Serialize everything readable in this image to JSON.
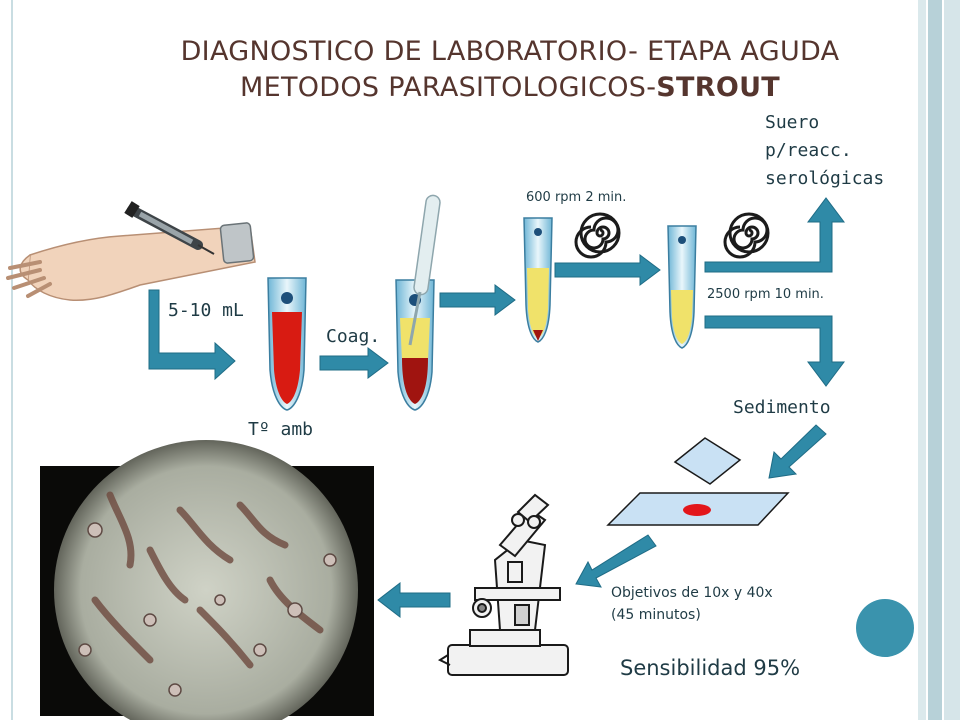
{
  "title": {
    "line1": "DIAGNOSTICO DE LABORATORIO- ETAPA AGUDA",
    "line2_normal": "METODOS PARASITOLOGICOS-",
    "line2_bold": "STROUT"
  },
  "steps": {
    "volume": "5-10 mL",
    "temperature": "Tº amb",
    "coagulation": "Coag.",
    "spin1": "600 rpm 2 min.",
    "spin2": "2500 rpm 10 min.",
    "serum": [
      "Suero",
      "p/reacc.",
      "serológicas"
    ],
    "sediment": "Sedimento",
    "objectives": [
      "Objetivos de 10x y 40x",
      "(45 minutos)"
    ],
    "sensitivity": "Sensibilidad 95%"
  },
  "colors": {
    "arrow": "#2f8aa7",
    "blood": "#d81b12",
    "serum": "#f0e26a",
    "title": "#55352e"
  }
}
